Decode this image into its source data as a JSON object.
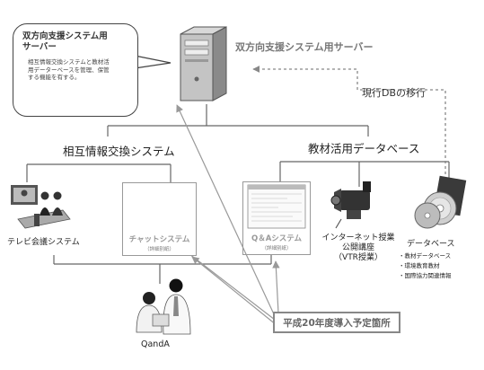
{
  "callout": {
    "title": "双方向支援システム用\nサーバー",
    "body": "相互情報交換システムと教材活\n用データーベースを管理、保管\nする機能を有する。"
  },
  "server": {
    "title": "双方向支援システム用サーバー",
    "icon": "server-tower-icon"
  },
  "migration_label": "現行DBの移行",
  "sections": {
    "left": "相互情報交換システム",
    "right": "教材活用データベース"
  },
  "nodes": {
    "tv_conf": {
      "label": "テレビ会議システム",
      "icon": "video-conference-icon"
    },
    "chat": {
      "title": "チャットシステム",
      "sub": "（詳細別紙）",
      "icon": "chat-computers-icon"
    },
    "qa": {
      "title": "Q＆Aシステム",
      "sub": "（詳細別紙）",
      "icon": "document-screen-icon"
    },
    "internet": {
      "label": "インターネット授業\n公開講座\n（VTR授業）",
      "icon": "video-camera-icon"
    },
    "database": {
      "label": "データベース",
      "items": [
        "・教材データベース",
        "・環境教育教材",
        "・国際協力関連情報"
      ],
      "icon": "dvd-discs-icon"
    },
    "qanda": {
      "label": "QandA",
      "icon": "people-icon"
    }
  },
  "planned_label": "平成20年度導入予定箇所",
  "colors": {
    "line": "#666666",
    "arrow": "#999999",
    "box_border": "#999999",
    "title_gray": "#777777"
  }
}
